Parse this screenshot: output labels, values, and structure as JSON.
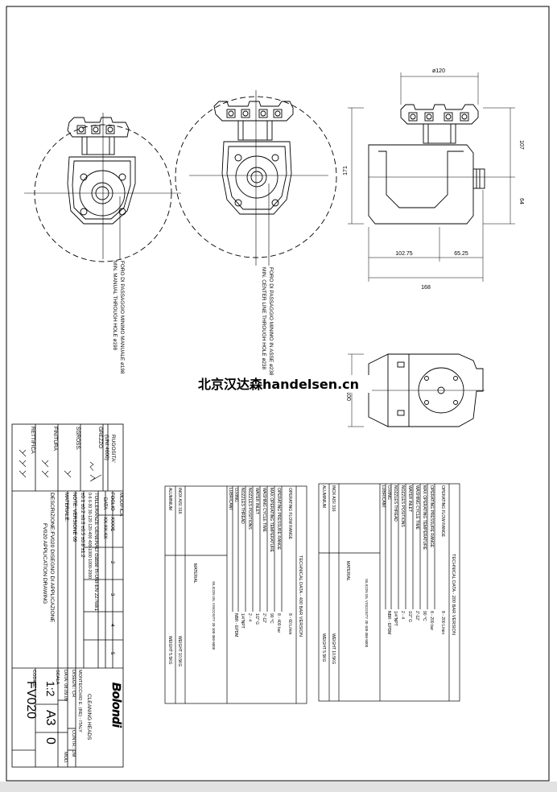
{
  "dimensions": {
    "d120": "ø120",
    "d107": "107",
    "d171": "171",
    "d64": "64",
    "d102_75": "102.75",
    "d65_25": "65.25",
    "d168": "168",
    "d100": "100"
  },
  "notes": {
    "left_1": "FORO DI PASSAGGIO MINIMO MANUALE ø198",
    "left_2": "MIN. MANUAL THROUGH HOLE ø198",
    "center_1": "FORO DI PASSAGGIO MINIMO IN ASSE ø238",
    "center_2": "MIN. CENTER LINE THROUGH HOLE ø238"
  },
  "watermark": "北京汉达森handelsen.cn",
  "title_block": {
    "rugosita": "RUGOSITA'",
    "uni": "(UNI 4600)",
    "grezzo": "GREZZO",
    "sgross": "SGROSS.",
    "finitura": "FINITURA",
    "rettifica": "RETTIFICA",
    "tol1": "TOLLERANZE GENERALI classe m-UNI-EN 22768/1",
    "tol_hdr": "0-6 6-30 30-120 120-400 400-1000 1000-2000",
    "tol_vals": "±0.1  ±0.2  ±0.3  ±0.5  ±0.8  ±1.2",
    "note": "NOTE: VERSIONE 09",
    "materiale": "MATERIALE:",
    "desc1": "DESCRIZIONE:FV020 DISEGNO DI APPLICAZIONE",
    "desc2": "FV020 APPLICATION DRAWING",
    "modifica": "MODIFICA",
    "foglio": "FOGLIO",
    "data_lbl": "DATA",
    "xxxx": "XXXX",
    "xxdate": "XX.XX.XX",
    "col1": "1",
    "col2": "2",
    "col3": "3",
    "col4": "4",
    "col5": "5",
    "brand": "Bolondi",
    "brand_sub": "CLEANING HEADS",
    "address": "MONTECCHIO E. (RE) - ITALY",
    "disegn": "DISEGN.: CR",
    "contr": "CONTR.: DM",
    "data_dwg": "DATA: 08.09.09",
    "mod": "MOD.",
    "scala": "SCALA",
    "scale_val": "1:2",
    "size": "A3",
    "rev": "0",
    "codice": "CODICE:",
    "code": "FV020"
  },
  "tech_400": {
    "title": "TECHNICAL DATA - 400 BAR VERSION",
    "rows": [
      [
        "OPERATING FLOW RANGE",
        "8 - 60 L/min"
      ],
      [
        "OPERATING PRESSURE RANGE",
        "8 - 400 bar"
      ],
      [
        "MAX OPERATING TEMPERATURE",
        "90 °C"
      ],
      [
        "WASHING CYCLE TIME",
        "2'-12'"
      ],
      [
        "WATER INLET",
        "1/2\" G"
      ],
      [
        "NOZZLES POSITIONS",
        "2 - 4"
      ],
      [
        "NOZZLES THREAD",
        "1/4\"NPT"
      ],
      [
        "O.RING",
        "NBR - EPDM"
      ],
      [
        "LUBRICANT",
        "SILICON OIL VISCOSITY 20-100-350-5000"
      ]
    ],
    "material_hdr": "MATERIAL",
    "weight_hdr": "WEIGHT",
    "materials": [
      [
        "INOX AISI 316",
        "WEIGHT 10.5KG"
      ],
      [
        "ALUMINIUM",
        "WEIGHT 5.5KG"
      ]
    ]
  },
  "tech_200": {
    "title": "TECHNICAL DATA - 200 BAR VERSION",
    "rows": [
      [
        "OPERATING FLOW RANGE",
        "8 - 200 L/min"
      ],
      [
        "OPERATING PRESSURE RANGE",
        "8 - 200 bar"
      ],
      [
        "MAX OPERATING TEMPERATURE",
        "90 °C"
      ],
      [
        "WASHING CYCLE TIME",
        "2'-12'"
      ],
      [
        "WATER INLET",
        "1/2\" G"
      ],
      [
        "NOZZLES POSITIONS",
        "2 - 4"
      ],
      [
        "NOZZLES THREAD",
        "1/4\"NPT"
      ],
      [
        "O.RING",
        "NBR - EPDM"
      ],
      [
        "LUBRICANT",
        "SILICON OIL VISCOSITY 20-100-350-5000"
      ]
    ],
    "material_hdr": "MATERIAL",
    "weight_hdr": "WEIGHT",
    "materials": [
      [
        "INOX AISI 316",
        "WEIGHT 10.5KG"
      ],
      [
        "ALUMINIUM",
        "WEIGHT 5.5KG"
      ]
    ]
  }
}
